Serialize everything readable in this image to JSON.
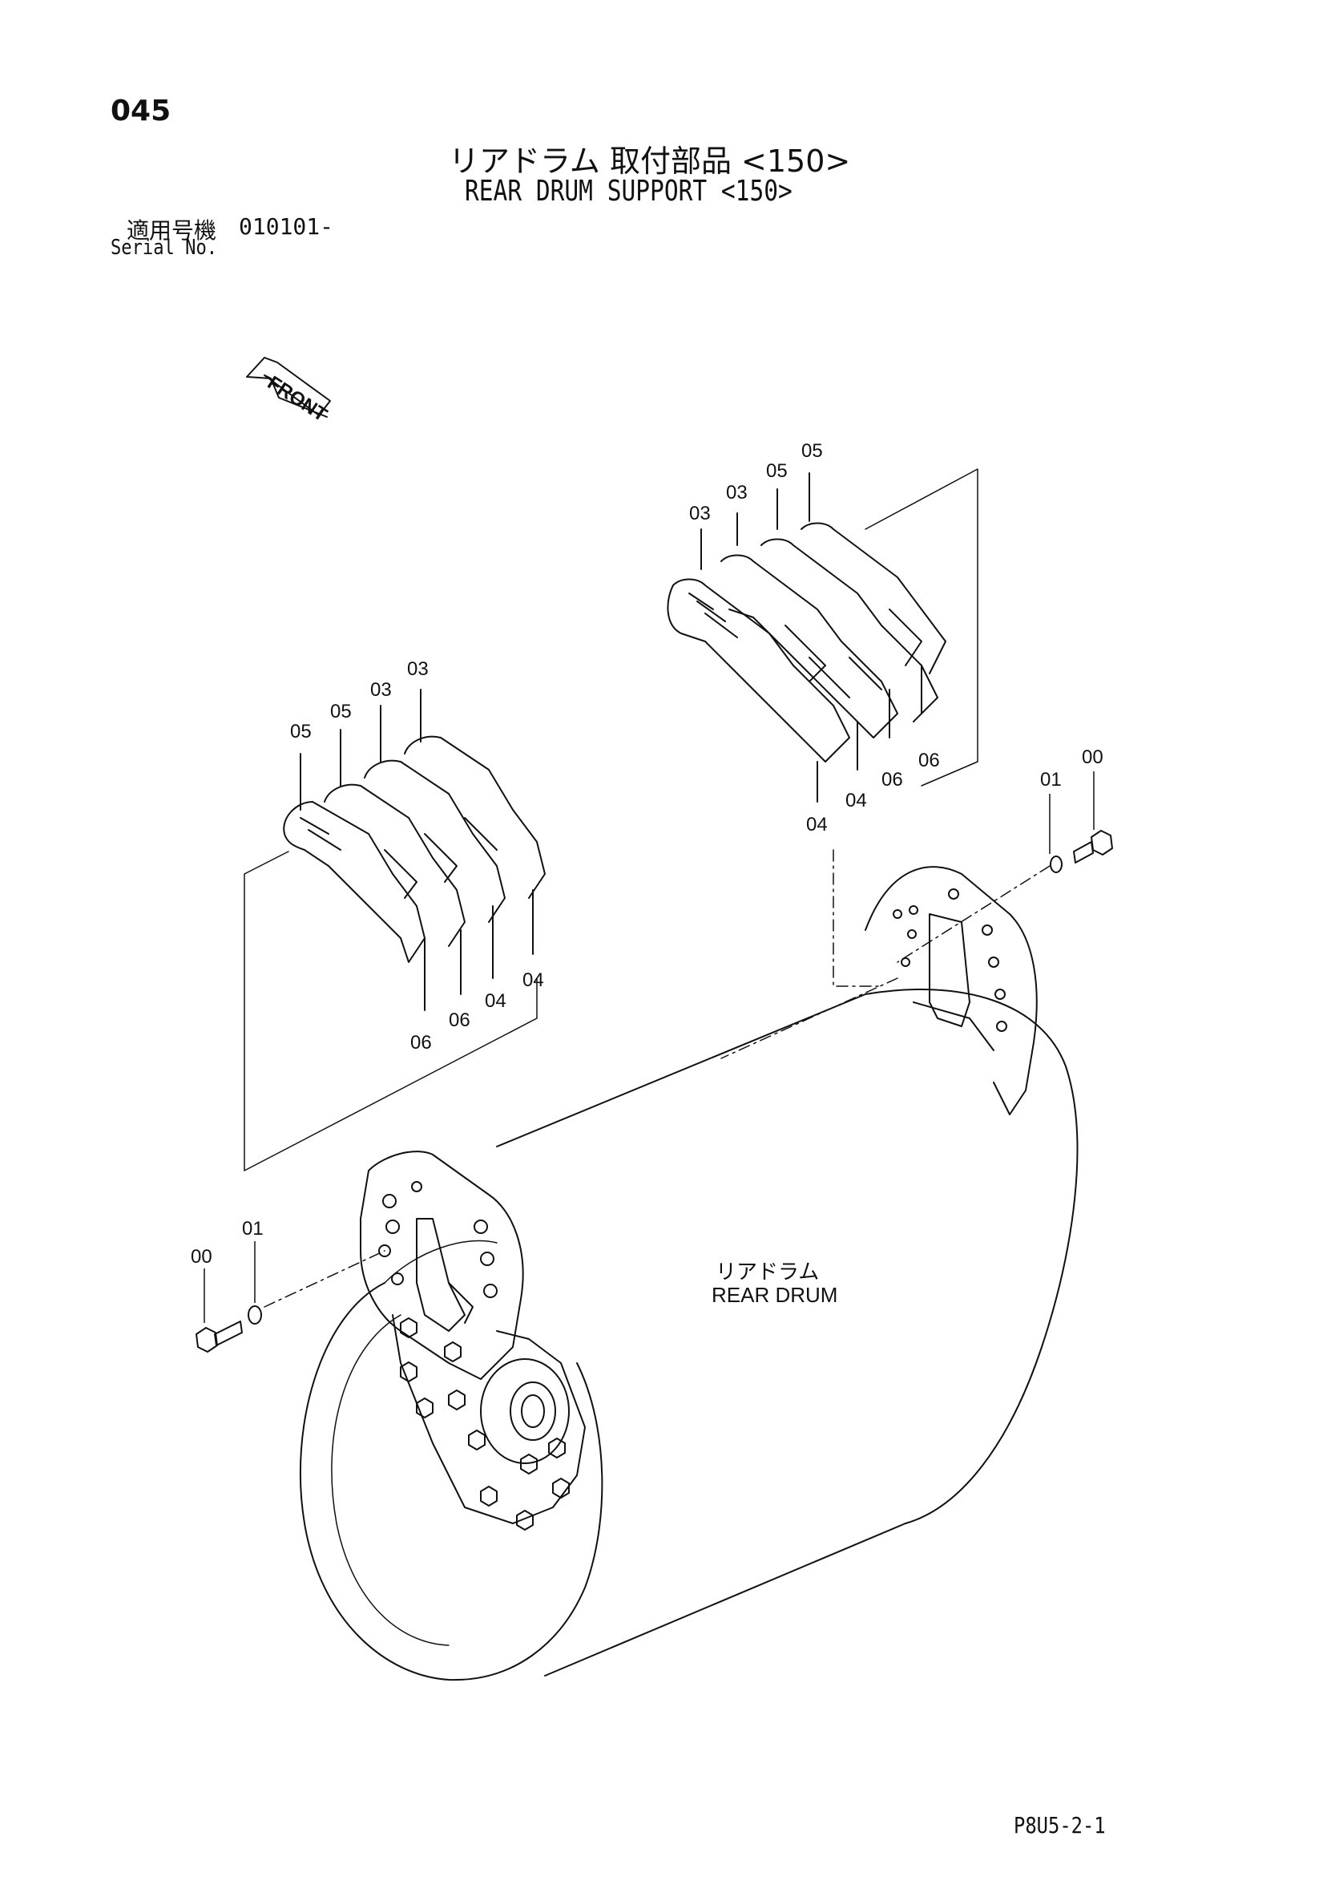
{
  "page_number": "045",
  "title_ja": "リアドラム 取付部品 <150>",
  "title_en": "REAR DRUM SUPPORT <150>",
  "serial": {
    "label_ja": "適用号機",
    "value": "010101-",
    "label_en": "Serial No."
  },
  "front_label": "FRONT",
  "drum_label_ja": "リアドラム",
  "drum_label_en": "REAR DRUM",
  "doc_code": "P8U5-2-1",
  "callouts": {
    "right_top": [
      "03",
      "03",
      "05",
      "05"
    ],
    "right_bottom": [
      "04",
      "04",
      "06",
      "06"
    ],
    "left_top": [
      "05",
      "05",
      "03",
      "03"
    ],
    "left_bottom": [
      "06",
      "06",
      "04",
      "04"
    ],
    "right_washer": "01",
    "right_bolt": "00",
    "left_washer": "01",
    "left_bolt": "00"
  }
}
